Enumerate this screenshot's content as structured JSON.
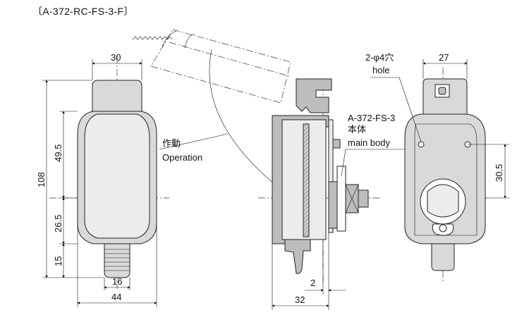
{
  "title": "〔A-372-RC-FS-3-F〕",
  "dimensions": {
    "front_width": "30",
    "total_height": "108",
    "upper_height": "49.5",
    "lower_height": "26.5",
    "tail_height": "15",
    "tail_width": "16",
    "overall_width": "44",
    "side_offset": "2",
    "side_depth": "32",
    "rear_width": "27",
    "hole_pitch": "30.5"
  },
  "labels": {
    "operation_jp": "作動",
    "operation_en": "Operation",
    "hole_jp": "2-φ4穴",
    "hole_en": "hole",
    "model": "A-372-FS-3",
    "main_body_jp": "本体",
    "main_body_en": "main body"
  }
}
